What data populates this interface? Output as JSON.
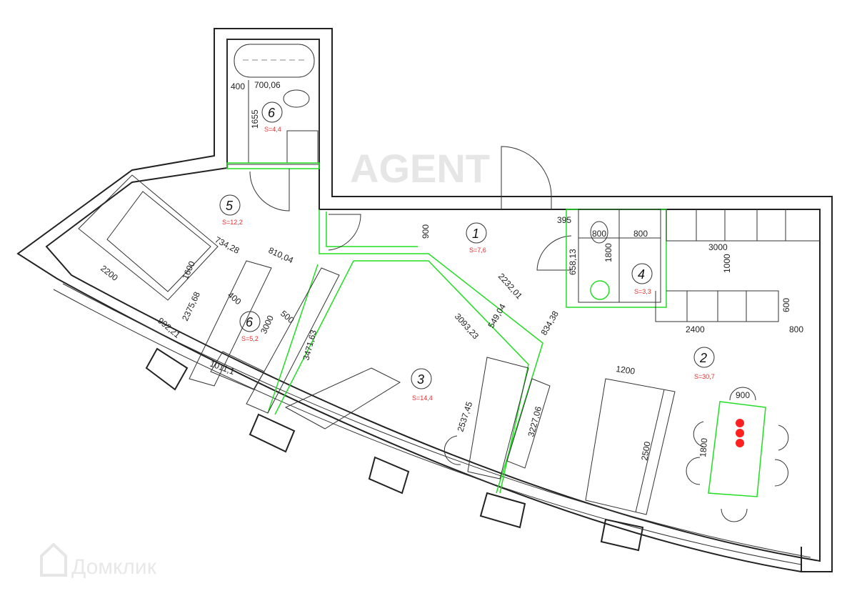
{
  "plan": {
    "rooms": [
      {
        "number": "1",
        "area": "S=7,6"
      },
      {
        "number": "2",
        "area": "S=30,7"
      },
      {
        "number": "3",
        "area": "S=14,4"
      },
      {
        "number": "4",
        "area": "S=3,3"
      },
      {
        "number": "5",
        "area": "S=12,2"
      },
      {
        "number": "6",
        "area": "S=4,4"
      },
      {
        "number": "6",
        "area": "S=5,2"
      }
    ],
    "dimensions": [
      "400",
      "700,06",
      "1655",
      "900",
      "395",
      "800",
      "800",
      "658,13",
      "1800",
      "3000",
      "1000",
      "600",
      "2400",
      "800",
      "2232,01",
      "549,04",
      "834,38",
      "3093,23",
      "2537,45",
      "3227,06",
      "1200",
      "2500",
      "900",
      "1800",
      "734,28",
      "810,04",
      "2200",
      "1600",
      "2375,68",
      "400",
      "992,21",
      "3000",
      "500",
      "3471,63",
      "1011,1"
    ],
    "watermark": "AGENT",
    "logo": "Домклик",
    "colors": {
      "zone": "#22dd22",
      "area_label": "#e03030",
      "walls": "#222222"
    }
  }
}
